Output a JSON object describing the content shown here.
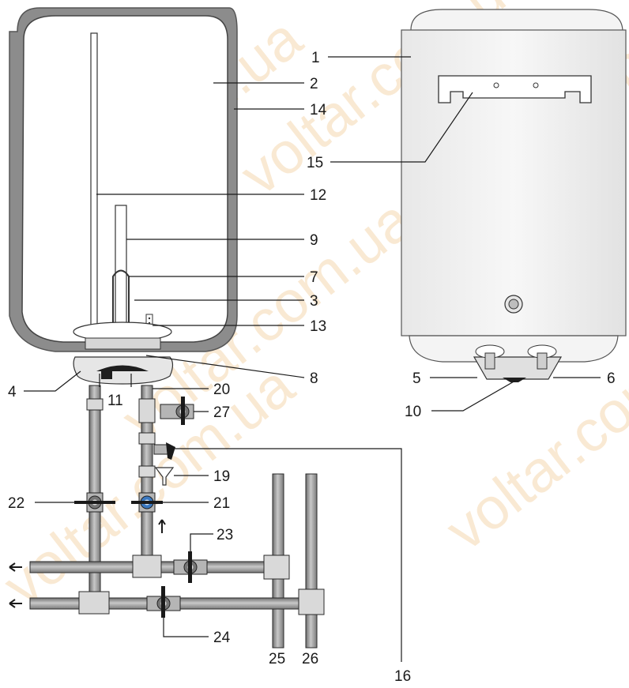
{
  "watermark": "voltar.com.ua",
  "labels": {
    "n1": "1",
    "n2": "2",
    "n3": "3",
    "n4": "4",
    "n5": "5",
    "n6": "6",
    "n7": "7",
    "n8": "8",
    "n9": "9",
    "n10": "10",
    "n11": "11",
    "n12": "12",
    "n13": "13",
    "n14": "14",
    "n15": "15",
    "n16": "16",
    "n19": "19",
    "n20": "20",
    "n21": "21",
    "n22": "22",
    "n23": "23",
    "n24": "24",
    "n25": "25",
    "n26": "26",
    "n27": "27"
  },
  "colors": {
    "insulation": "#8c8c8c",
    "tank_interior": "#ffffff",
    "outer_casing": "#f2f2f2",
    "pipe": "#9a9a9a",
    "watermark": "#f2cfa0",
    "valve_accent": "#3a78c0"
  }
}
